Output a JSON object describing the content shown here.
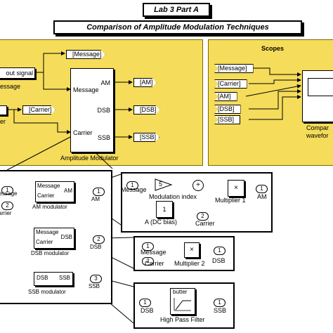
{
  "title": "Lab 3 Part A",
  "subtitle": "Comparison of Amplitude Modulation Techniques",
  "main": {
    "input_signal_label": "out signal",
    "message_partial": "essage",
    "carrier_partial": "er",
    "goto_message": "[Message]",
    "goto_carrier": "[Carrier]",
    "modulator": {
      "in_message": "Message",
      "in_carrier": "Carrier",
      "out_am": "AM",
      "out_dsb": "DSB",
      "out_ssb": "SSB",
      "name": "Amplitude Modulator"
    },
    "goto_am": "[AM]",
    "goto_dsb": "[DSB]",
    "goto_ssb": "[SSB]"
  },
  "scopes": {
    "title": "Scopes",
    "tags": [
      "[Message]",
      "[Carrier]",
      "[AM]",
      "[DSB]",
      "[SSB]"
    ],
    "caption_line1": "Compar",
    "caption_line2": "wavefor"
  },
  "sub_modulator": {
    "in1_num": "1",
    "in1_label": "Message",
    "in2_num": "2",
    "in2_label": "Carrier",
    "am_block": {
      "in_msg": "Message",
      "in_car": "Carrier",
      "out": "AM",
      "name": "AM modulator"
    },
    "dsb_block": {
      "in_msg": "Message",
      "in_car": "Carrier",
      "out": "DSB",
      "name": "DSB modulator"
    },
    "ssb_block": {
      "in": "DSB",
      "out": "SSB",
      "name": "SSB modulator"
    },
    "out1_num": "1",
    "out1_label": "AM",
    "out2_num": "2",
    "out2_label": "DSB",
    "out3_num": "3",
    "out3_label": "SSB"
  },
  "am_detail": {
    "in1_num": "1",
    "in1_label": "Message",
    "gain_value": "5",
    "gain_label": "Modulation index",
    "const_value": "1",
    "const_label": "A (DC bias)",
    "in2_num": "2",
    "in2_label": "Carrier",
    "mult_label": "Multiplier 1",
    "out_num": "1",
    "out_label": "AM"
  },
  "dsb_detail": {
    "in1_num": "1",
    "in1_label": "Message",
    "in2_num": "2",
    "in2_label": "Carrier",
    "mult_label": "Multiplier 2",
    "out_num": "1",
    "out_label": "DSB"
  },
  "ssb_detail": {
    "in_num": "1",
    "in_label": "DSB",
    "filter_text": "butter",
    "filter_label": "High Pass Filter",
    "out_num": "1",
    "out_label": "SSB"
  },
  "colors": {
    "panel": "#f5dc5a",
    "panel_border": "#7a6a00"
  }
}
